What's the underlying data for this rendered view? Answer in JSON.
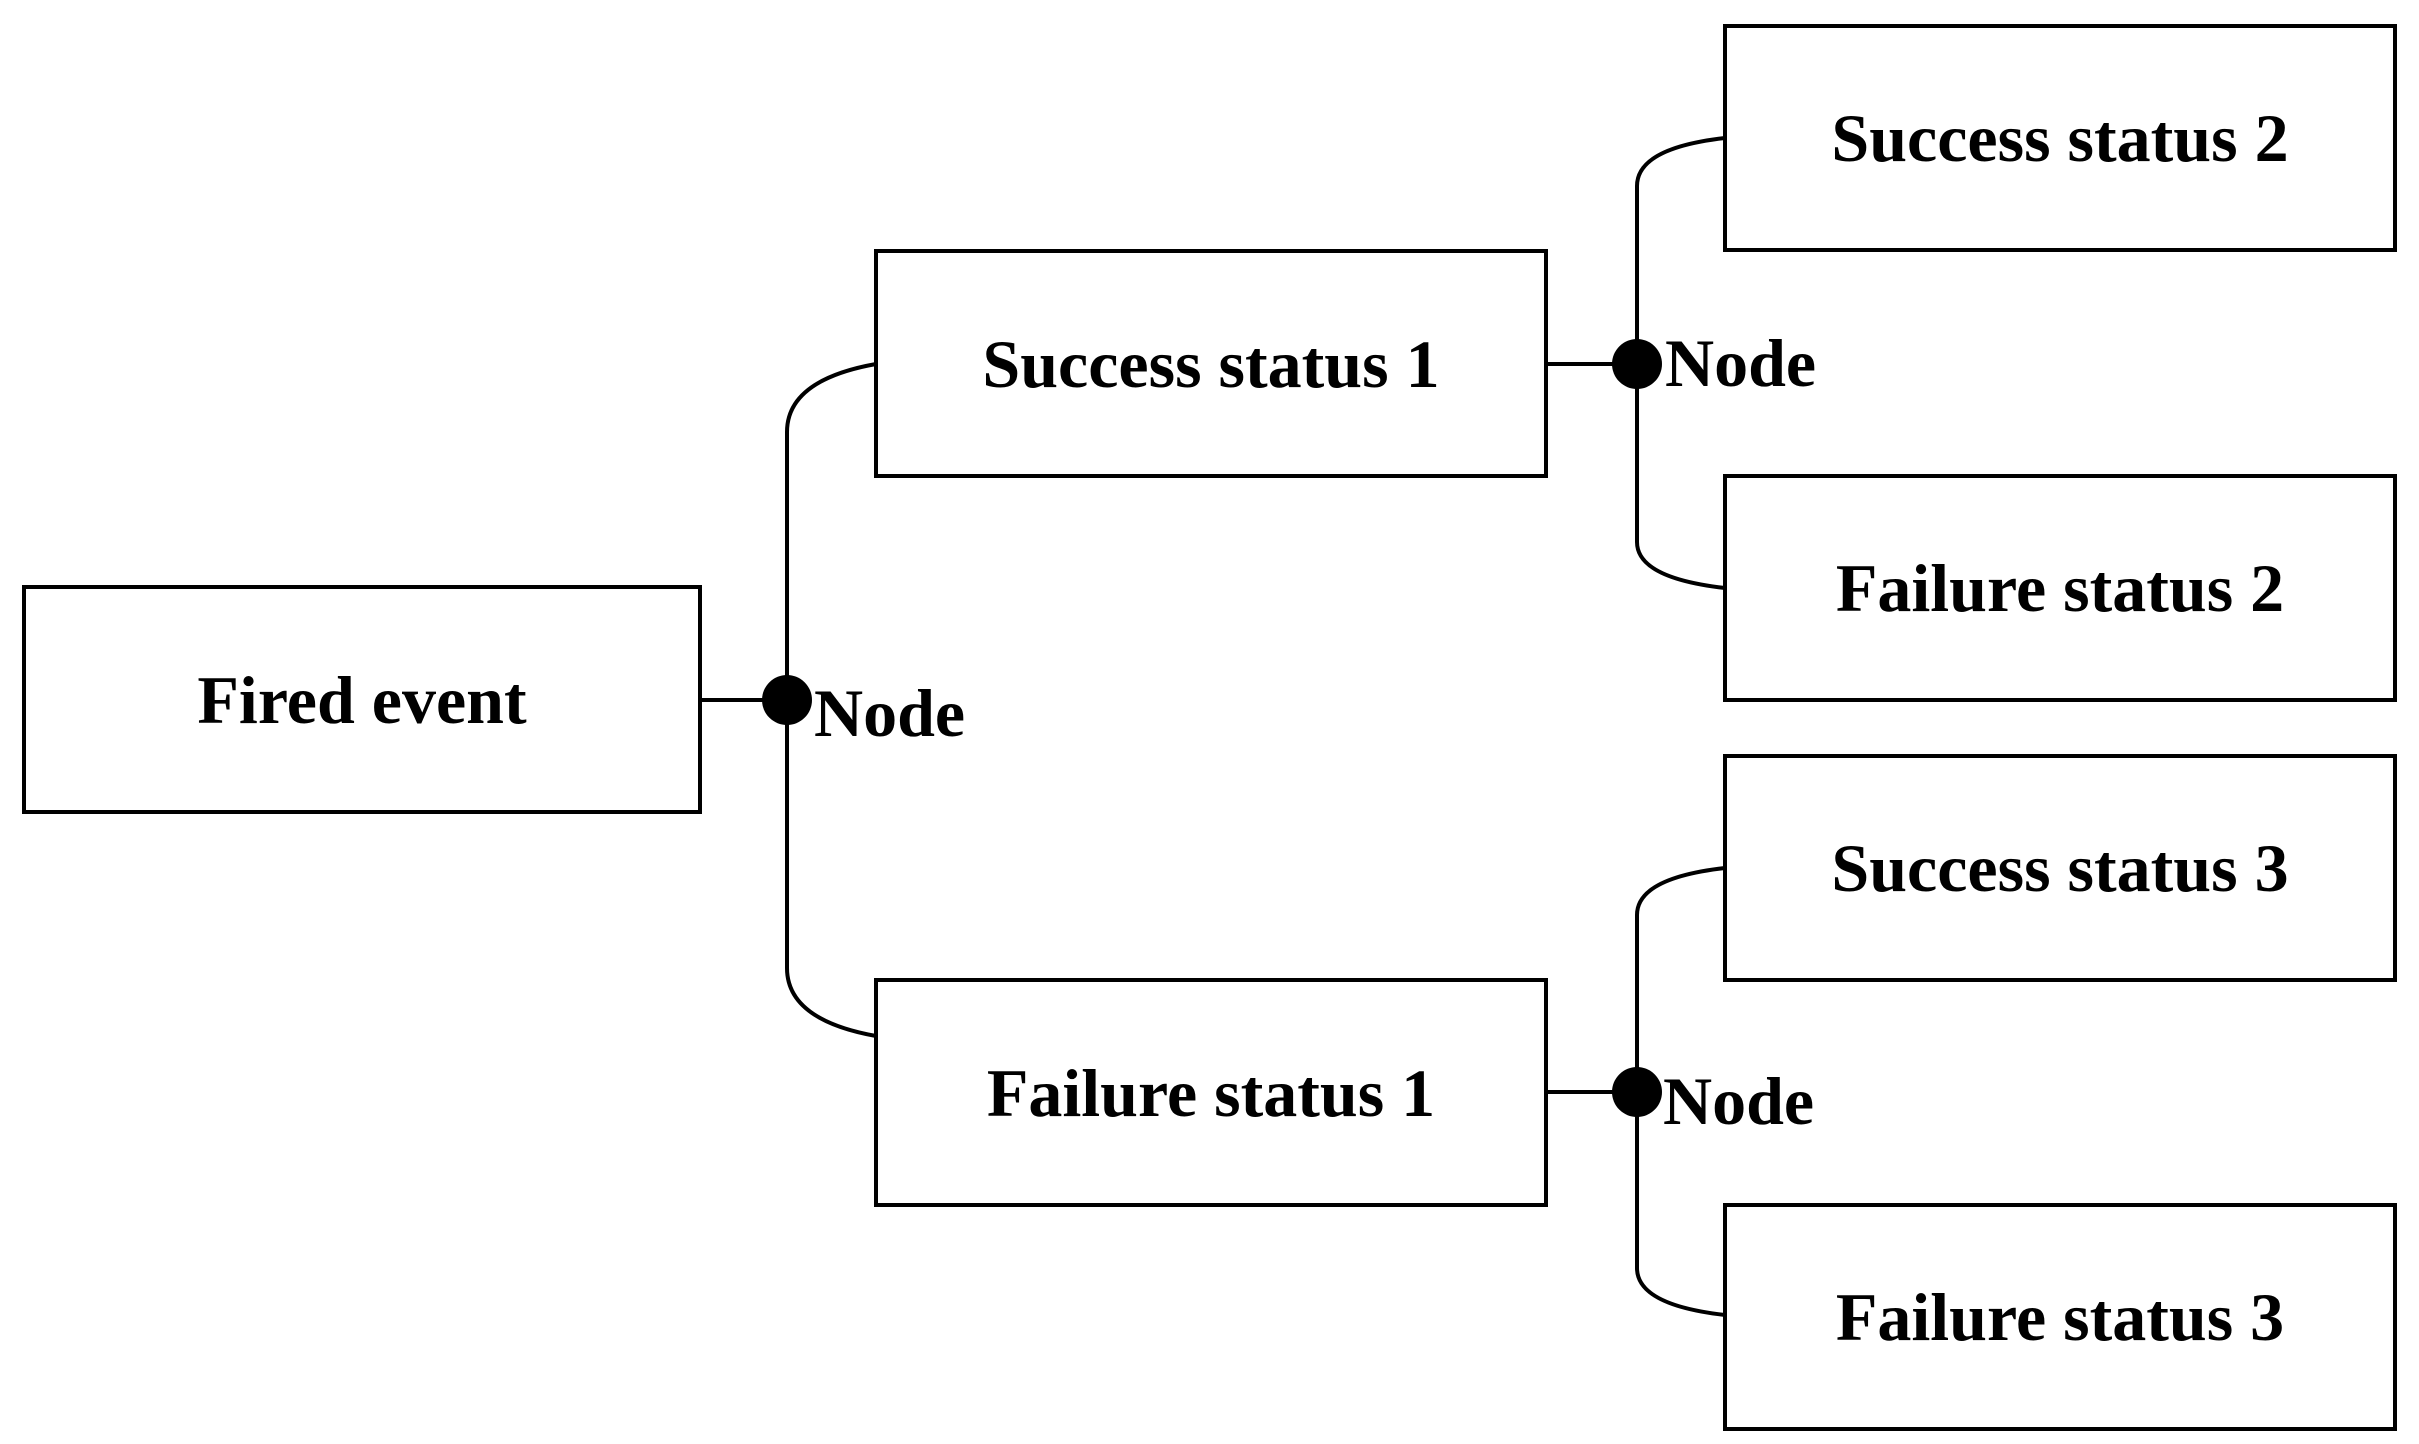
{
  "diagram": {
    "boxes": {
      "fired_event": "Fired event",
      "success_status_1": "Success status 1",
      "failure_status_1": "Failure status 1",
      "success_status_2": "Success status 2",
      "failure_status_2": "Failure status 2",
      "success_status_3": "Success status 3",
      "failure_status_3": "Failure status 3"
    },
    "nodes": {
      "root": "Node",
      "upper": "Node",
      "lower": "Node"
    }
  }
}
